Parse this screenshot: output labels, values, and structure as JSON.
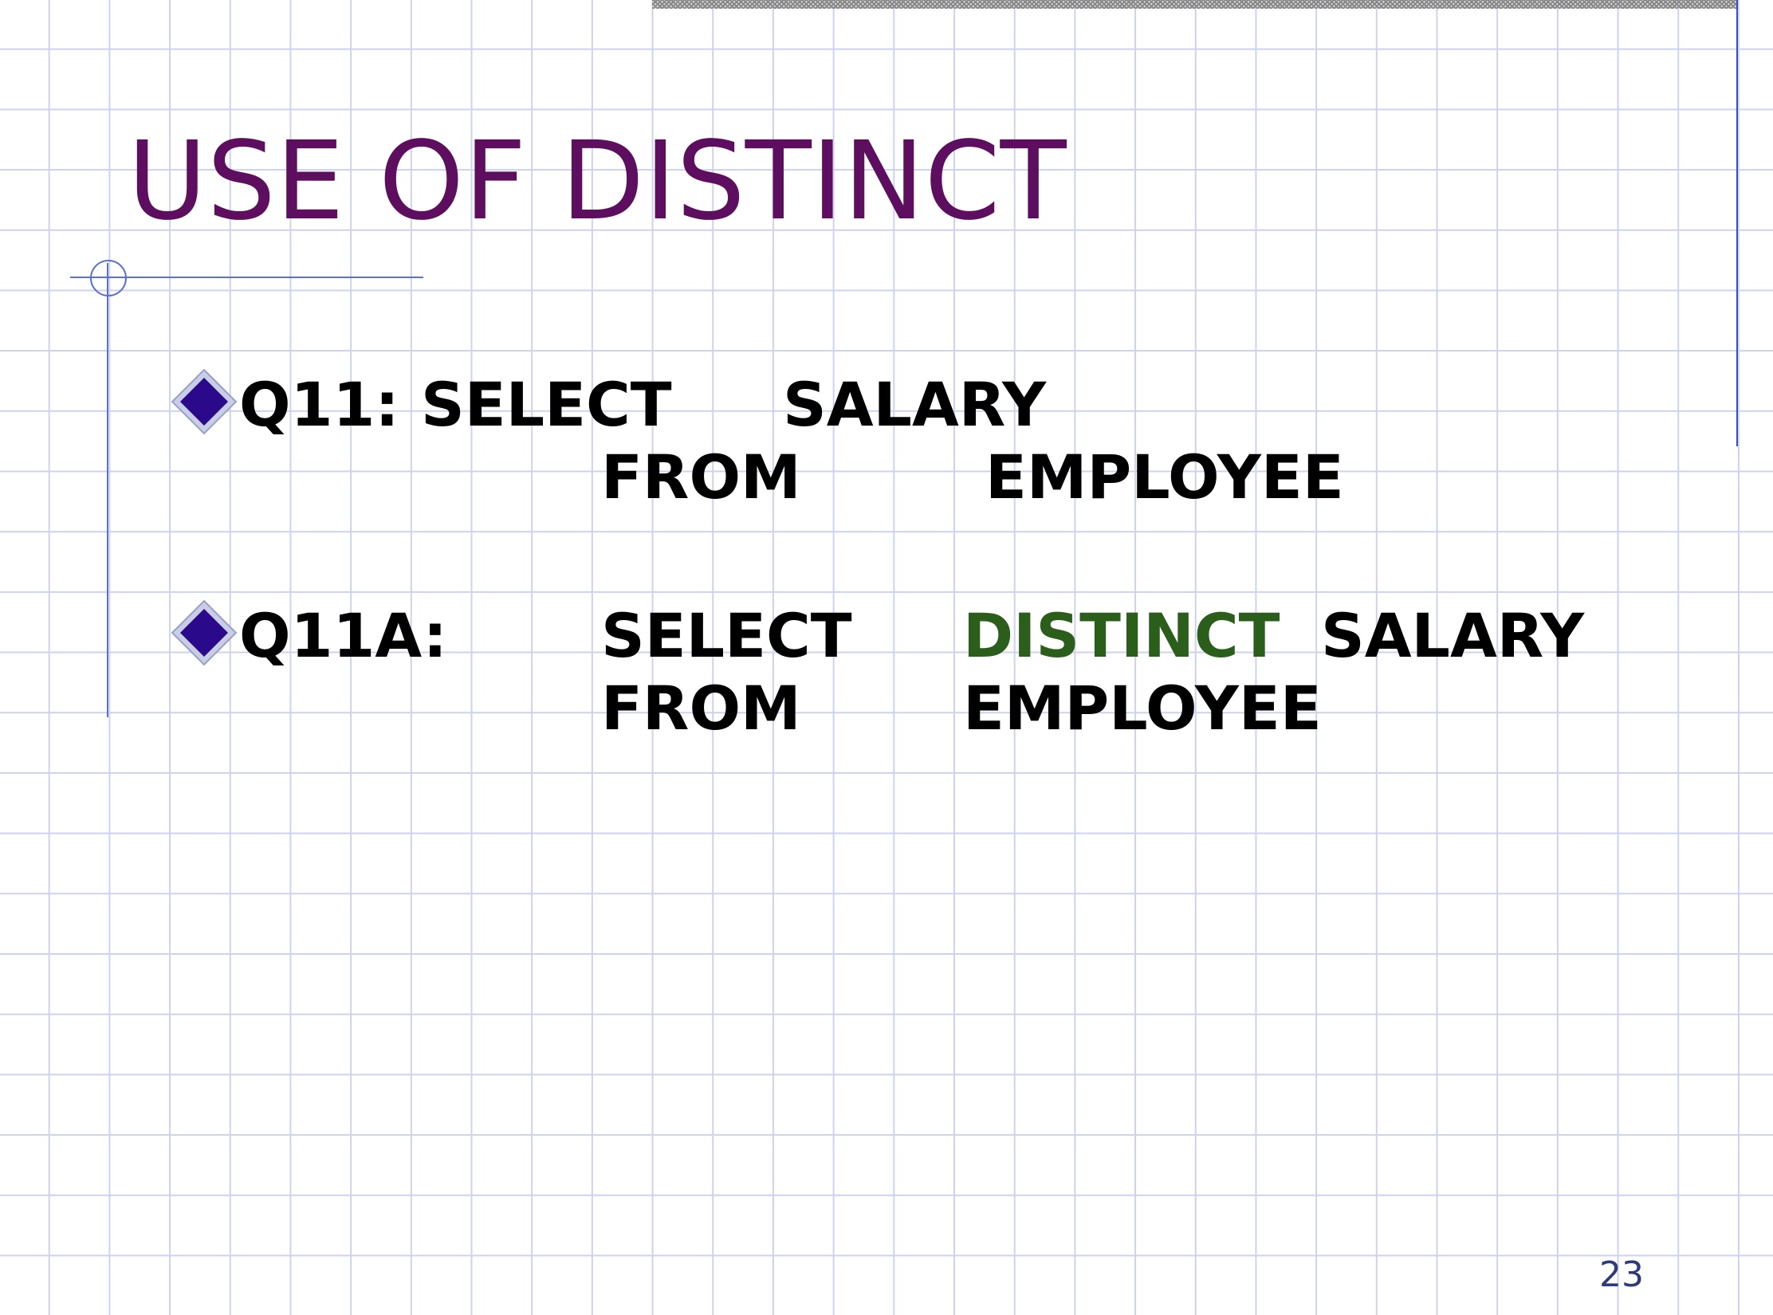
{
  "slide": {
    "title": "USE OF DISTINCT",
    "page_number": "23",
    "colors": {
      "title": "#5e0e5e",
      "distinct_keyword": "#2b5e1a",
      "bullet": "#2a0a8a",
      "grid": "#cdd3ef",
      "page_number": "#2e3a7a"
    }
  },
  "queries": [
    {
      "bullet_icon": "diamond-bullet-icon",
      "label": "Q11:",
      "select_kw": "SELECT",
      "select_col": "SALARY",
      "from_kw": "FROM",
      "from_table": "EMPLOYEE"
    },
    {
      "bullet_icon": "diamond-bullet-icon",
      "label": "Q11A:",
      "select_kw": "SELECT",
      "distinct_kw": "DISTINCT",
      "select_col": "SALARY",
      "from_kw": "FROM",
      "from_table": "EMPLOYEE"
    }
  ]
}
